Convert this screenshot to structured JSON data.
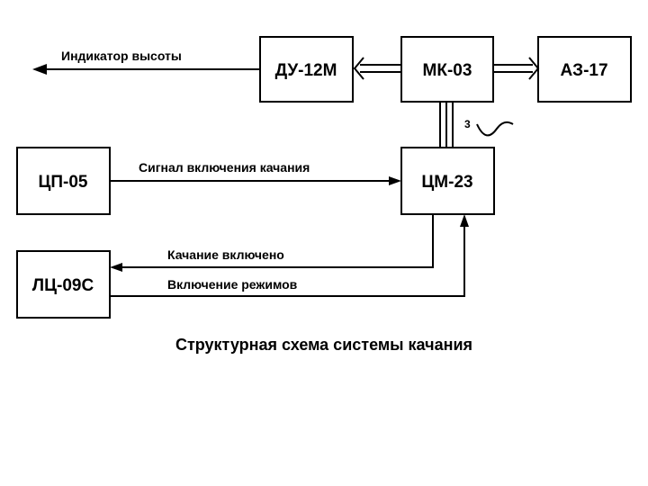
{
  "blocks": {
    "du12m": "ДУ-12М",
    "mk03": "МК-03",
    "az17": "АЗ-17",
    "cp05": "ЦП-05",
    "cm23": "ЦМ-23",
    "lc09s": "ЛЦ-09С"
  },
  "labels": {
    "altitude_indicator": "Индикатор высоты",
    "swing_enable_signal": "Сигнал включения качания",
    "swing_enabled": "Качание включено",
    "mode_enable": "Включение режимов",
    "bus_count": "3"
  },
  "caption": "Структурная схема системы качания"
}
